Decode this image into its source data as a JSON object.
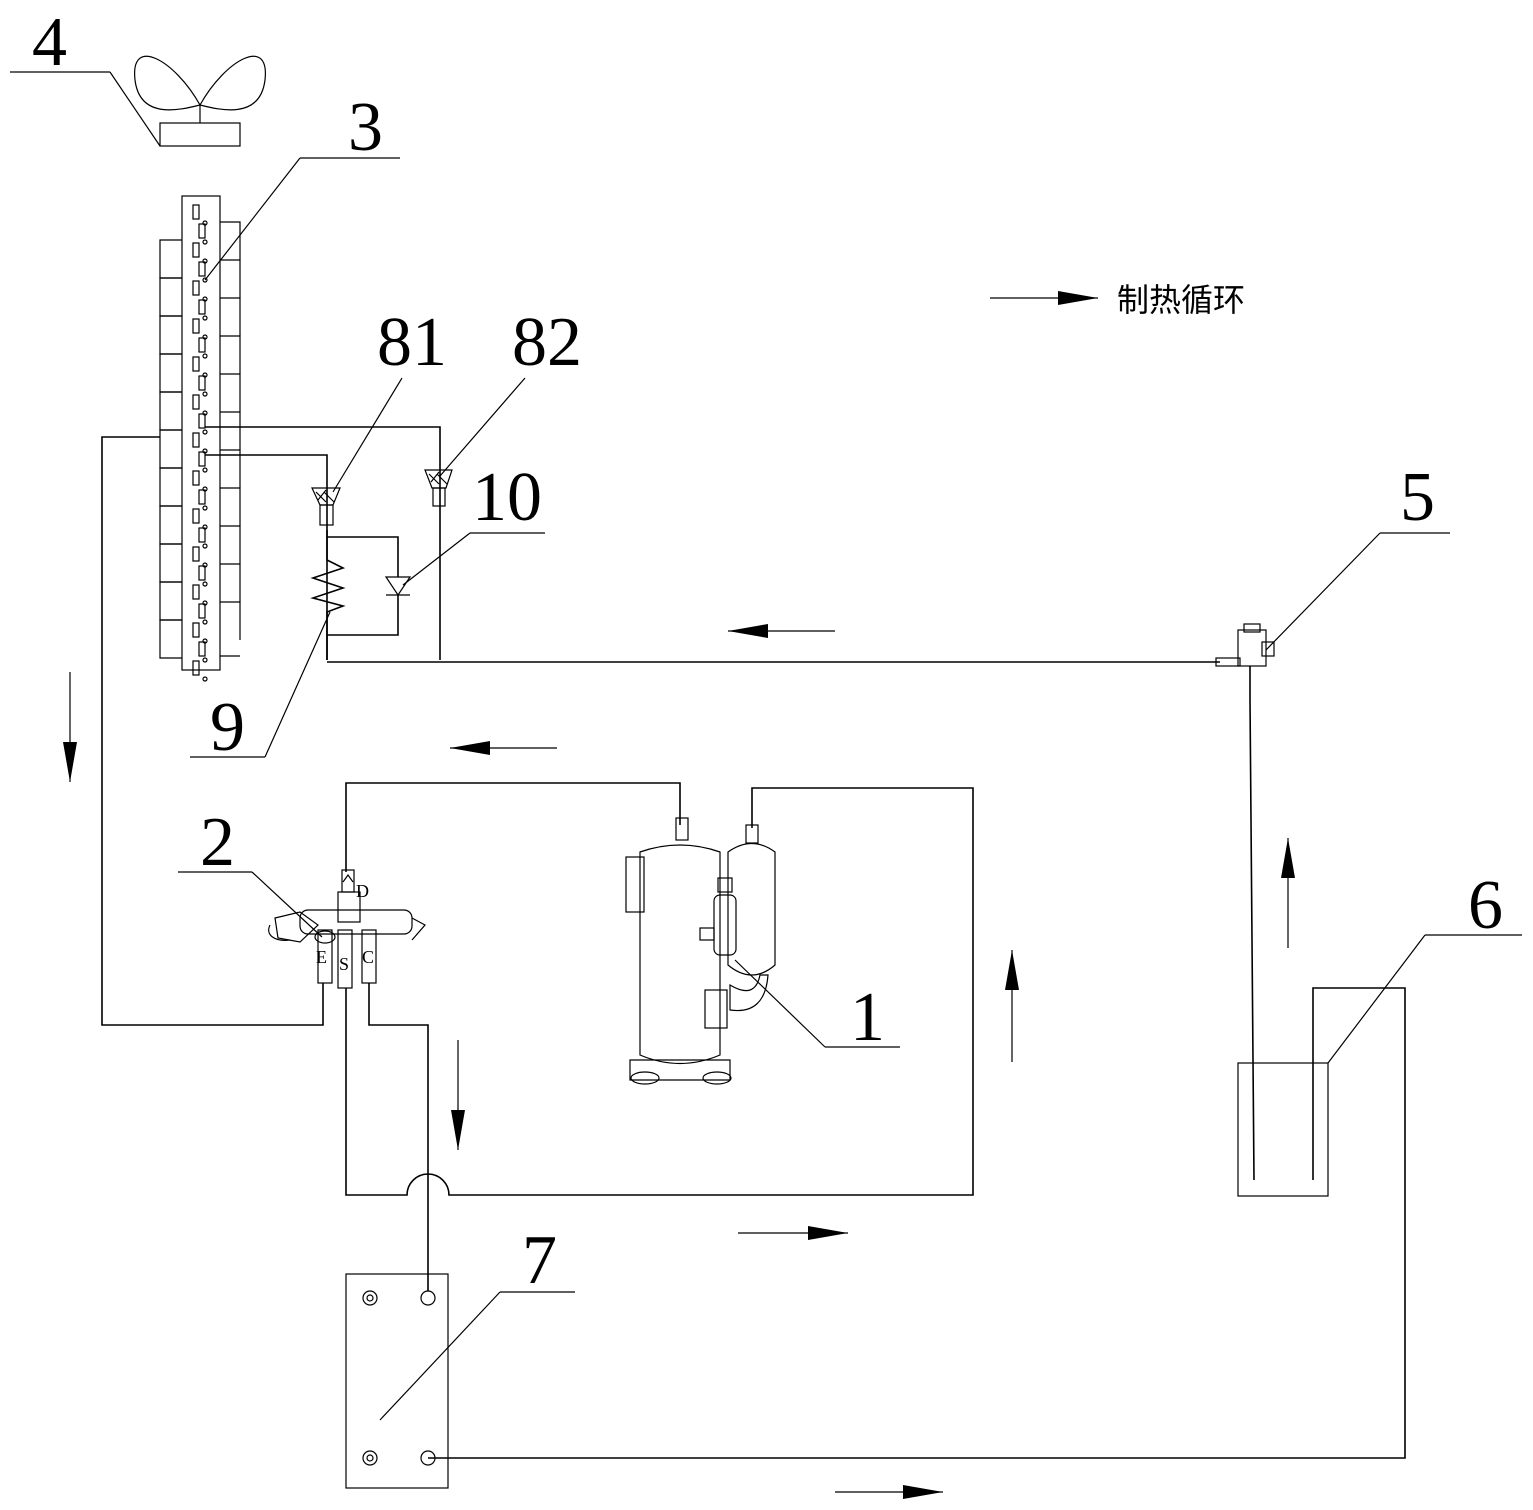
{
  "labels": {
    "fan": "4",
    "heat_exchanger": "3",
    "filter_81": "81",
    "filter_82": "82",
    "check_valve": "10",
    "capillary": "9",
    "expansion_valve": "5",
    "tank": "6",
    "four_way_valve": "2",
    "compressor": "1",
    "plate_exchanger": "7"
  },
  "valve_ports": {
    "d": "D",
    "e": "E",
    "s": "S",
    "c": "C"
  },
  "legend": {
    "text": "制热循环"
  }
}
